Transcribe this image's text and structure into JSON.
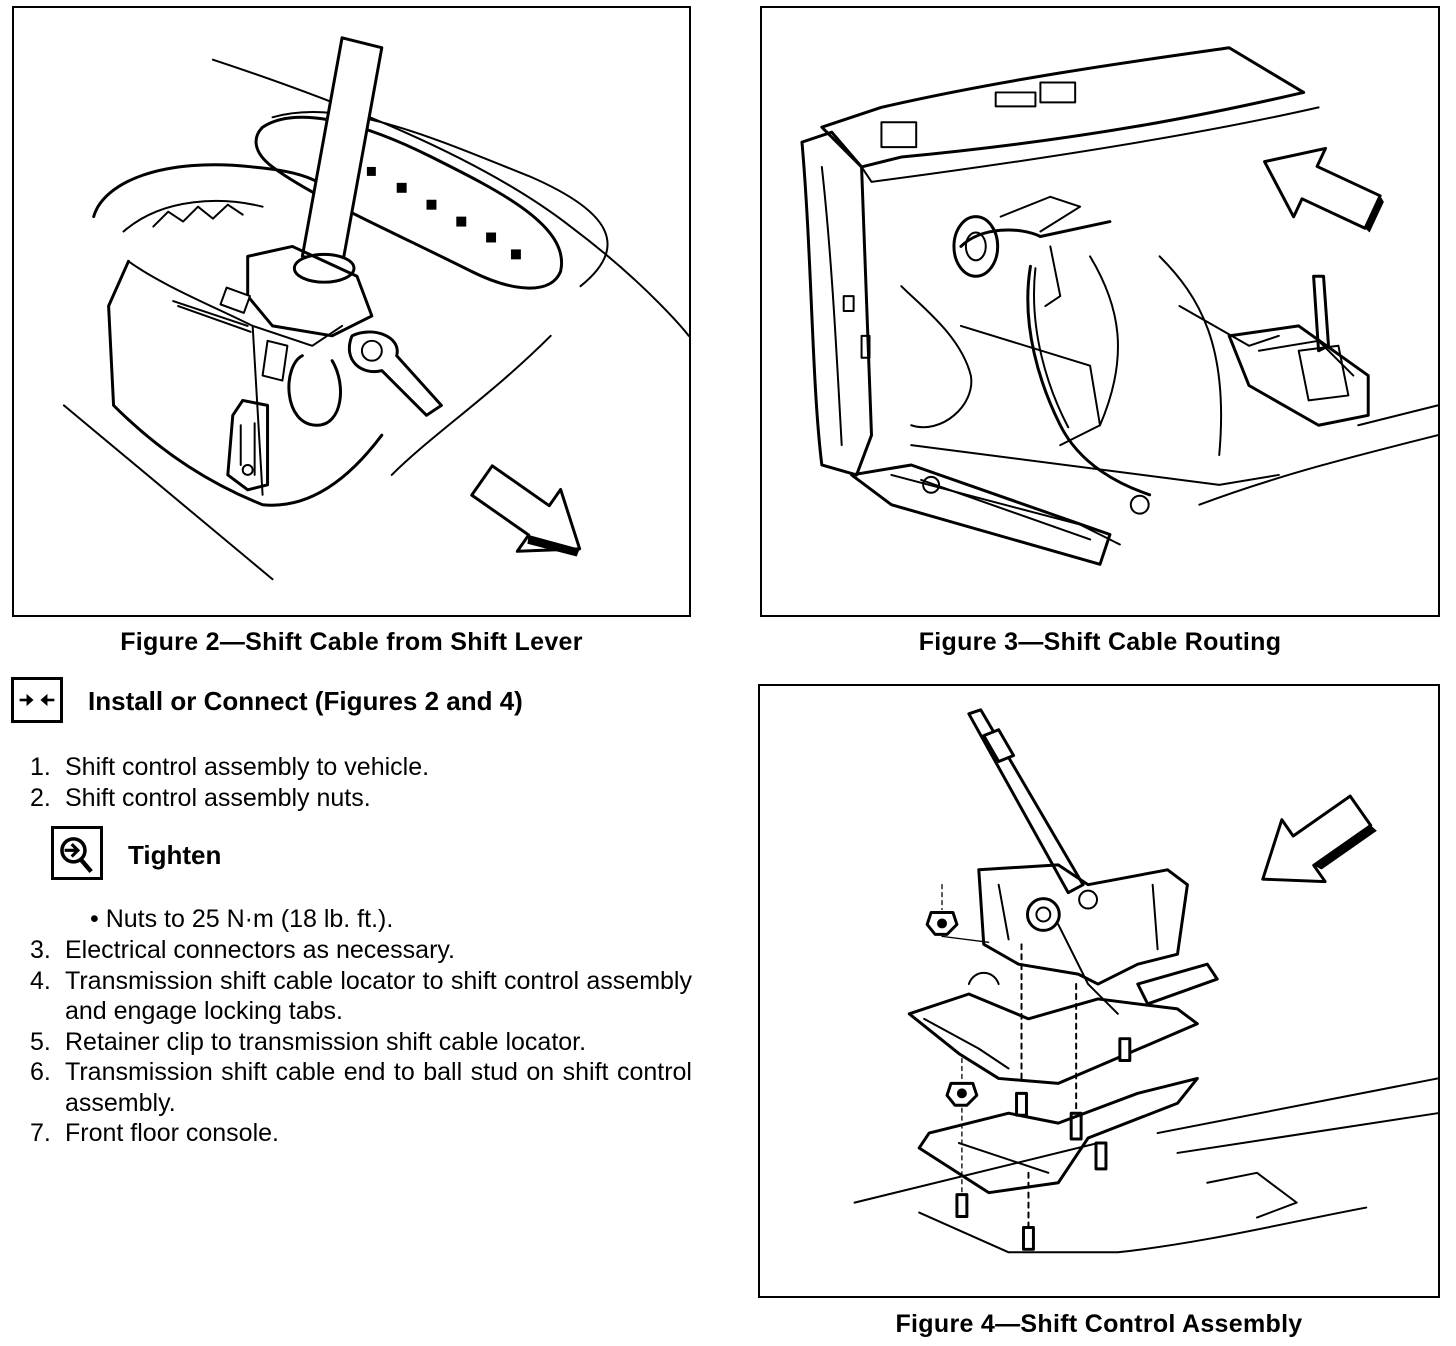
{
  "figures": [
    {
      "id": "figure-2",
      "caption": "Figure 2—Shift Cable from Shift Lever"
    },
    {
      "id": "figure-3",
      "caption": "Figure 3—Shift Cable Routing"
    },
    {
      "id": "figure-4",
      "caption": "Figure 4—Shift Control Assembly"
    }
  ],
  "install": {
    "icon": "install-connect-icon",
    "heading": "Install or Connect (Figures 2 and 4)"
  },
  "steps_a": [
    {
      "num": "1.",
      "text": "Shift control assembly to vehicle."
    },
    {
      "num": "2.",
      "text": "Shift control assembly nuts."
    }
  ],
  "tighten": {
    "icon": "torque-wrench-icon",
    "heading": "Tighten",
    "bullet": "• Nuts to 25 N·m (18 lb. ft.)."
  },
  "steps_b": [
    {
      "num": "3.",
      "text": "Electrical connectors as necessary."
    },
    {
      "num": "4.",
      "text": "Transmission shift cable locator to shift control assembly and engage locking tabs."
    },
    {
      "num": "5.",
      "text": "Retainer clip to transmission shift cable locator."
    },
    {
      "num": "6.",
      "text": "Transmission shift cable end to ball stud on shift control assembly."
    },
    {
      "num": "7.",
      "text": "Front floor console."
    }
  ]
}
